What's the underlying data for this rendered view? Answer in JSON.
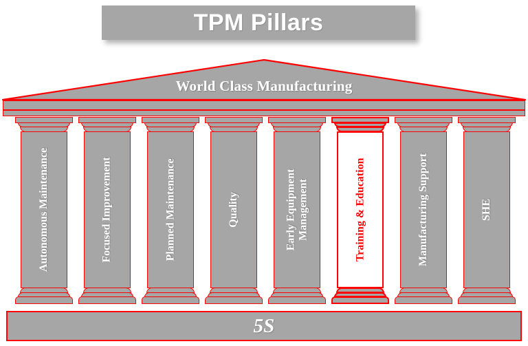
{
  "title": {
    "text": "TPM Pillars",
    "box_color": "#a6a6a6",
    "text_color": "#ffffff"
  },
  "pediment": {
    "label": "World Class Manufacturing",
    "fill_color": "#a6a6a6",
    "outline_color": "#ff0000",
    "text_color": "#ffffff"
  },
  "entablature": {
    "fill_color": "#a6a6a6",
    "outline_color": "#ff0000"
  },
  "pillars": [
    {
      "label": "Autonomous Maintenance",
      "highlighted": false,
      "text_color": "#ffffff",
      "shaft_color": "#a6a6a6"
    },
    {
      "label": "Focused Improvement",
      "highlighted": false,
      "text_color": "#ffffff",
      "shaft_color": "#a6a6a6"
    },
    {
      "label": "Planned Maintenance",
      "highlighted": false,
      "text_color": "#ffffff",
      "shaft_color": "#a6a6a6"
    },
    {
      "label": "Quality",
      "highlighted": false,
      "text_color": "#ffffff",
      "shaft_color": "#a6a6a6"
    },
    {
      "label": "Early Equipment\nManagement",
      "highlighted": false,
      "text_color": "#ffffff",
      "shaft_color": "#a6a6a6"
    },
    {
      "label": "Training & Education",
      "highlighted": true,
      "text_color": "#ff0000",
      "shaft_color": "#ffffff"
    },
    {
      "label": "Manufacturing Support",
      "highlighted": false,
      "text_color": "#ffffff",
      "shaft_color": "#a6a6a6"
    },
    {
      "label": "SHE",
      "highlighted": false,
      "text_color": "#ffffff",
      "shaft_color": "#a6a6a6"
    }
  ],
  "foundation": {
    "label": "5S",
    "fill_color": "#a6a6a6",
    "outline_color": "#ff0000",
    "text_color": "#ffffff"
  }
}
